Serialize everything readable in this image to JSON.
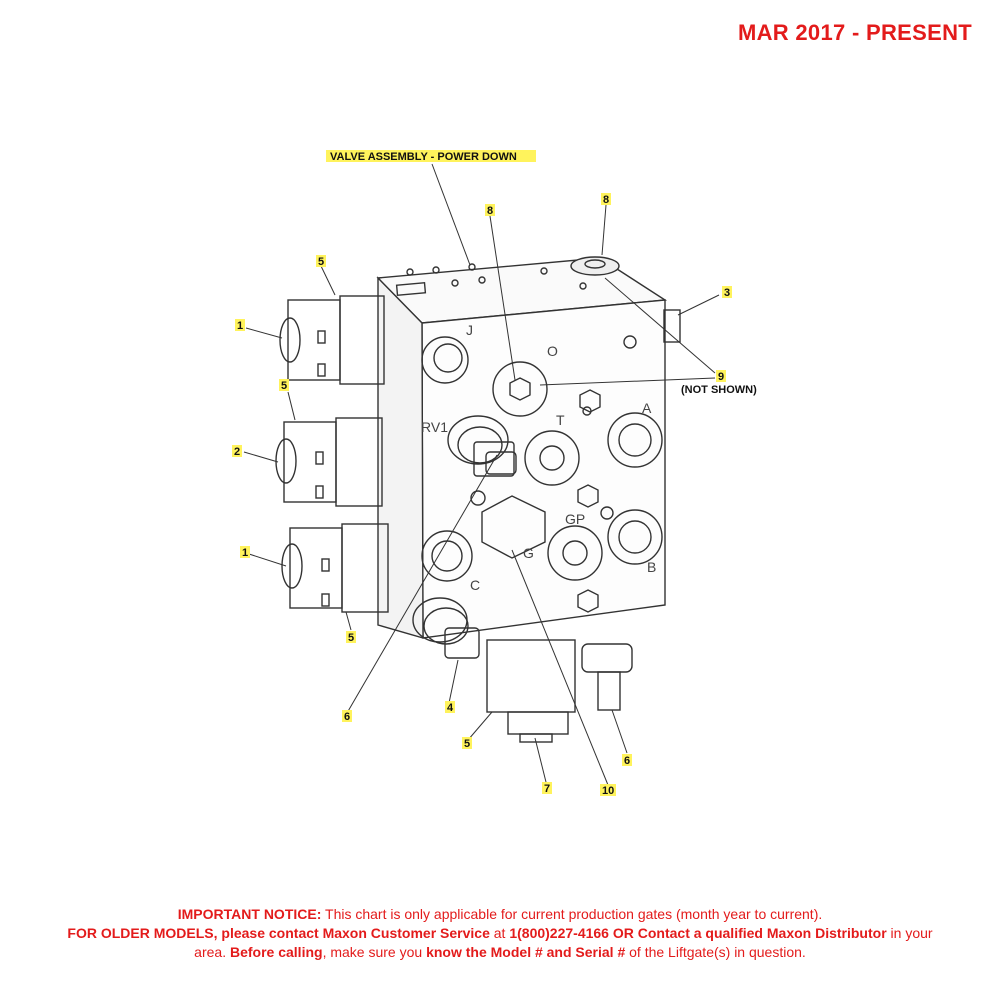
{
  "header": {
    "date_range": "MAR 2017 - PRESENT"
  },
  "diagram": {
    "assembly_label": "VALVE ASSEMBLY - POWER DOWN",
    "port_labels": {
      "j": "J",
      "o": "O",
      "rv1": "RV1",
      "t": "T",
      "a": "A",
      "gp": "GP",
      "g": "G",
      "c": "C",
      "b": "B"
    },
    "callouts": {
      "c1_top": "1",
      "c1_bottom": "1",
      "c2": "2",
      "c3": "3",
      "c4": "4",
      "c5_top": "5",
      "c5_mid": "5",
      "c5_lower": "5",
      "c5_bottom": "5",
      "c6_left": "6",
      "c6_right": "6",
      "c7": "7",
      "c8_left": "8",
      "c8_right": "8",
      "c9": "9",
      "c9_note": "(NOT SHOWN)",
      "c10": "10"
    },
    "colors": {
      "highlight": "#fff35c",
      "notice_red": "#e31b1b",
      "line": "#333333"
    }
  },
  "notice": {
    "p1_bold": "IMPORTANT NOTICE:",
    "p1_text": " This chart is only applicable for current production gates (month year to current).",
    "p2_bold": "FOR OLDER MODELS, please contact Maxon Customer Service",
    "p2_text": " at ",
    "p3_bold": "1(800)227-4166 OR Contact a qualified Maxon Distributor",
    "p3_text": " in your area. ",
    "p4_bold": "Before calling",
    "p4_text": ", make sure you ",
    "p5_bold": "know the Model # and Serial #",
    "p5_text": " of the Liftgate(s) in question."
  }
}
